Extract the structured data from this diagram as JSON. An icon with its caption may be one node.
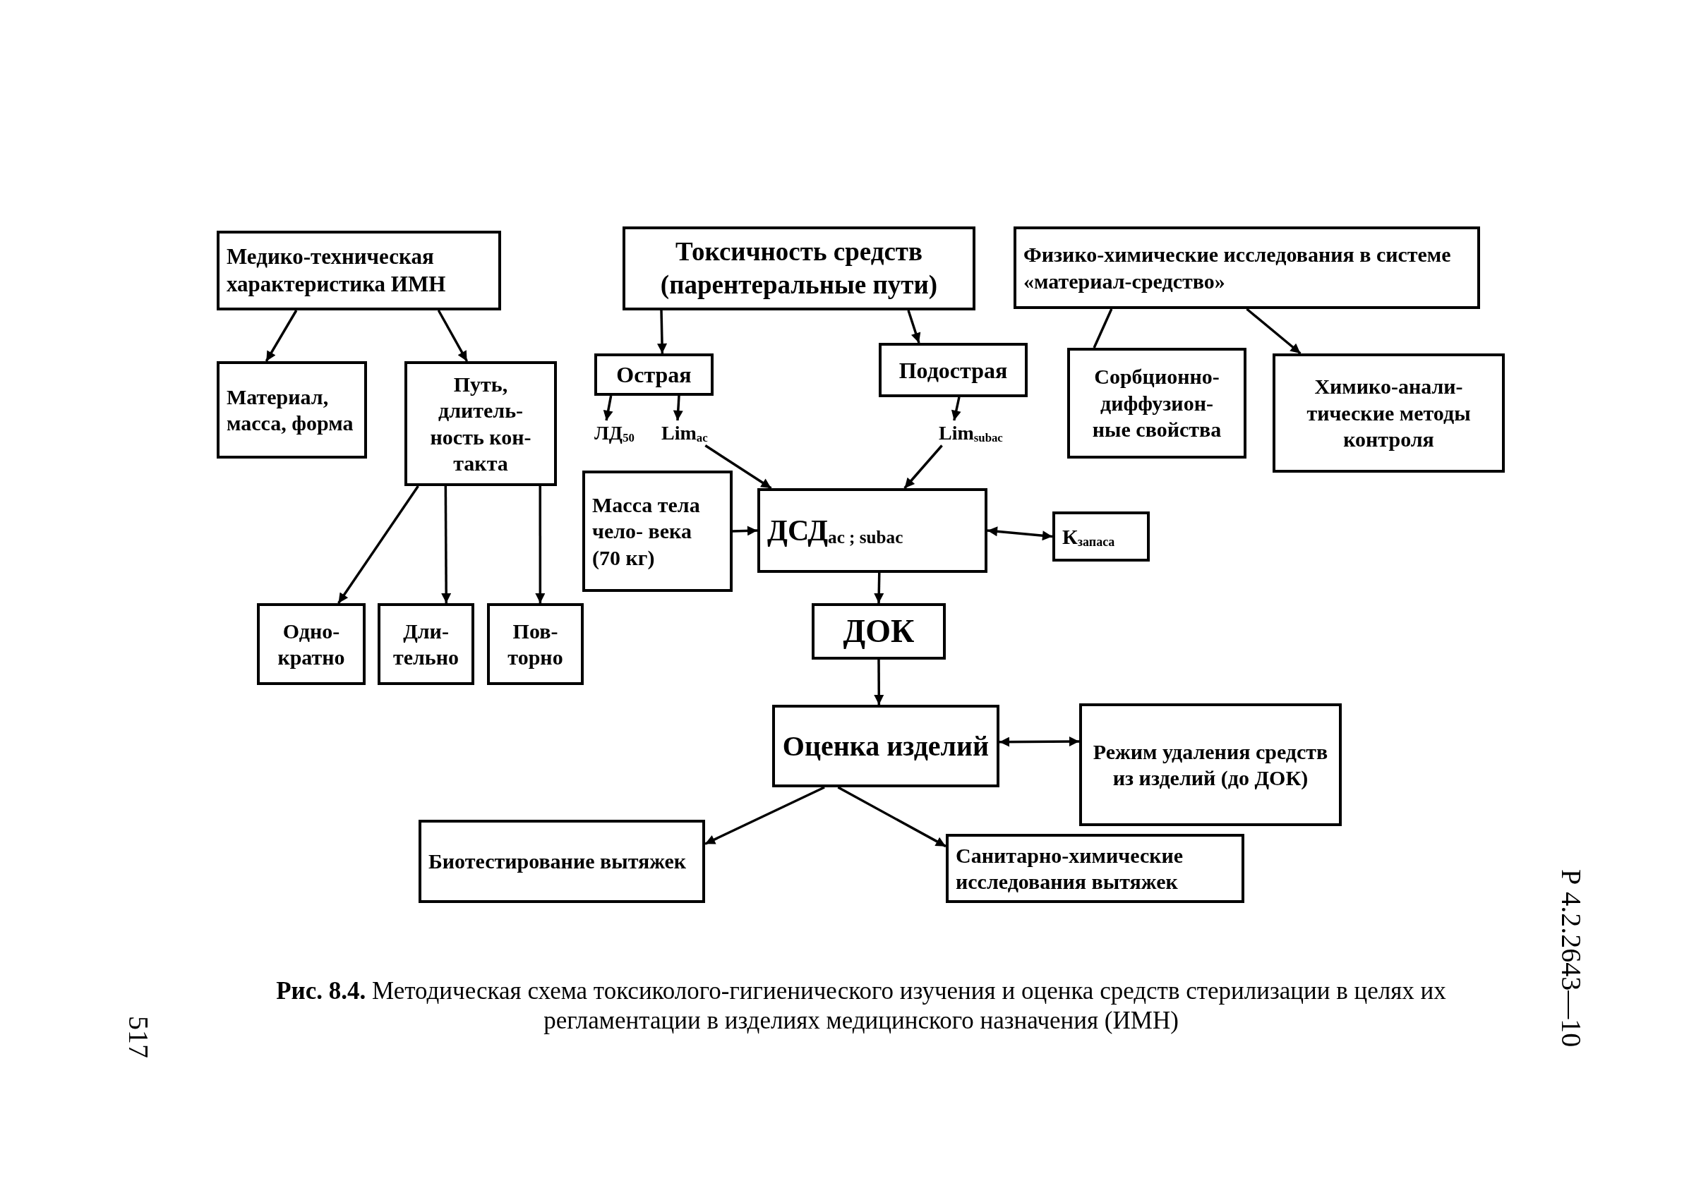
{
  "diagram": {
    "caption": "**Рис. 8.4.** Методическая схема токсиколого-гигиенического изучения и оценка средств стерилизации в целях их регламентации в изделиях медицинского назначения (ИМН)",
    "nodes": [
      {
        "text": [
          "Медико-техническая характеристика ИМН"
        ]
      },
      {
        "text": [
          "Материал, масса, форма"
        ]
      },
      {
        "text": [
          "Путь, длитель- ность кон- такта"
        ]
      },
      {
        "text": [
          "Одно- кратно"
        ]
      },
      {
        "text": [
          "Дли- тельно"
        ]
      },
      {
        "text": [
          "Пов- торно"
        ]
      },
      {
        "text": [
          "Токсичность средств (парентеральные пути)"
        ]
      },
      {
        "text": [
          "Острая"
        ]
      },
      {
        "text": [
          "ЛД$_{50}$"
        ]
      },
      {
        "text": [
          "Lim$_{ac}$"
        ]
      },
      {
        "text": [
          "Подострая"
        ]
      },
      {
        "text": [
          "Lim$_{subac}$"
        ]
      },
      {
        "text": [
          "Масса тела чело- века (70 кг)"
        ]
      },
      {
        "text": [
          "ДСД$_{ac ; subac}$"
        ]
      },
      {
        "text": [
          "К$_{запаса}$"
        ]
      },
      {
        "text": [
          "ДОК"
        ]
      },
      {
        "text": [
          "Оценка изделий"
        ]
      },
      {
        "text": [
          "Режим удаления средств из изделий (до ДОК)"
        ]
      },
      {
        "text": [
          "Биотестирование вытяжек"
        ]
      },
      {
        "text": [
          "Санитарно-химические исследования вытяжек"
        ]
      },
      {
        "text": [
          "Физико-химические исследования в системе «материал-средство»"
        ]
      },
      {
        "text": [
          "Сорбционно- диффузион- ные свойства"
        ]
      },
      {
        "text": [
          "Химико-анали- тические методы контроля"
        ]
      }
    ],
    "edges": [
      {
        "from": 0,
        "to": 1,
        "arrow": "to"
      },
      {
        "from": 0,
        "to": 2,
        "arrow": "to"
      },
      {
        "from": 2,
        "to": 3,
        "arrow": "to"
      },
      {
        "from": 2,
        "to": 4,
        "arrow": "to"
      },
      {
        "from": 2,
        "to": 5,
        "arrow": "to"
      },
      {
        "from": 6,
        "to": 7,
        "arrow": "to"
      },
      {
        "from": 6,
        "to": 10,
        "arrow": "to"
      },
      {
        "from": 7,
        "to": 8,
        "arrow": "to"
      },
      {
        "from": 7,
        "to": 9,
        "arrow": "to"
      },
      {
        "from": 10,
        "to": 11,
        "arrow": "to"
      },
      {
        "from": 9,
        "to": 13,
        "arrow": "to"
      },
      {
        "from": 11,
        "to": 13,
        "arrow": "to"
      },
      {
        "from": 12,
        "to": 13,
        "arrow": "to"
      },
      {
        "from": 13,
        "to": 14,
        "arrow": "both"
      },
      {
        "from": 13,
        "to": 15,
        "arrow": "to"
      },
      {
        "from": 15,
        "to": 16,
        "arrow": "to"
      },
      {
        "from": 16,
        "to": 17,
        "arrow": "both"
      },
      {
        "from": 16,
        "to": 18,
        "arrow": "to"
      },
      {
        "from": 16,
        "to": 19,
        "arrow": "to"
      },
      {
        "from": 20,
        "to": 21,
        "arrow": "none"
      },
      {
        "from": 20,
        "to": 22,
        "arrow": "to"
      }
    ],
    "labels": [
      "Р 4.2.2643—10",
      "517"
    ]
  }
}
